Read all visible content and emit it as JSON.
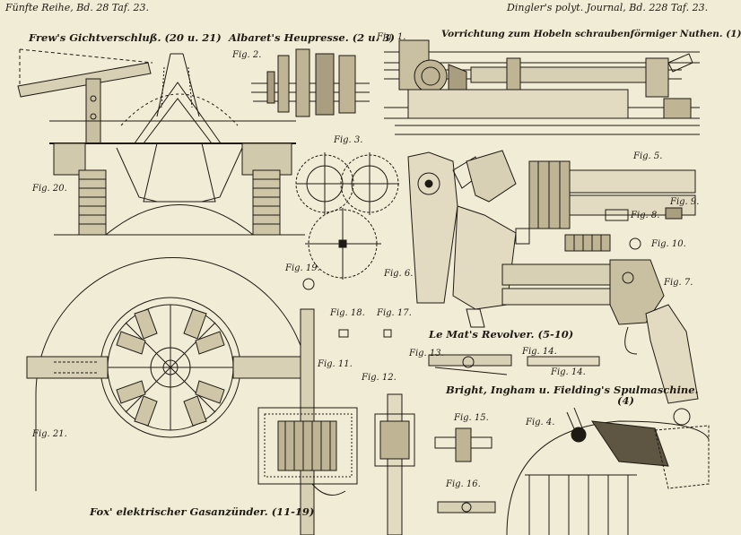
{
  "header": {
    "left": "Fünfte Reihe, Bd. 28 Taf. 23.",
    "right": "Dingler's polyt. Journal, Bd. 228 Taf. 23."
  },
  "titles": {
    "frews": "Frew's Gichtverschluß. (20 u. 21)",
    "albaret": "Albaret's Heupresse. (2 u. 3)",
    "vorrichtung": "Vorrichtung zum Hobeln schraubenförmiger Nuthen. (1)",
    "lemat": "Le Mat's Revolver. (5-10)",
    "bright": "Bright, Ingham u. Fielding's Spulmaschine.",
    "bright_num": "(4)",
    "fox": "Fox' elektrischer Gasanzünder. (11-19)"
  },
  "figures": {
    "fig1": "Fig. 1.",
    "fig2": "Fig. 2.",
    "fig3": "Fig. 3.",
    "fig4": "Fig. 4.",
    "fig5": "Fig. 5.",
    "fig6": "Fig. 6.",
    "fig7": "Fig. 7.",
    "fig8": "Fig. 8.",
    "fig9": "Fig. 9.",
    "fig10": "Fig. 10.",
    "fig11": "Fig. 11.",
    "fig12": "Fig. 12.",
    "fig13": "Fig. 13.",
    "fig14a": "Fig. 14.",
    "fig14b": "Fig. 14.",
    "fig15": "Fig. 15.",
    "fig16": "Fig. 16.",
    "fig17": "Fig. 17.",
    "fig18": "Fig. 18.",
    "fig19": "Fig. 19.",
    "fig20": "Fig. 20.",
    "fig21": "Fig. 21."
  }
}
